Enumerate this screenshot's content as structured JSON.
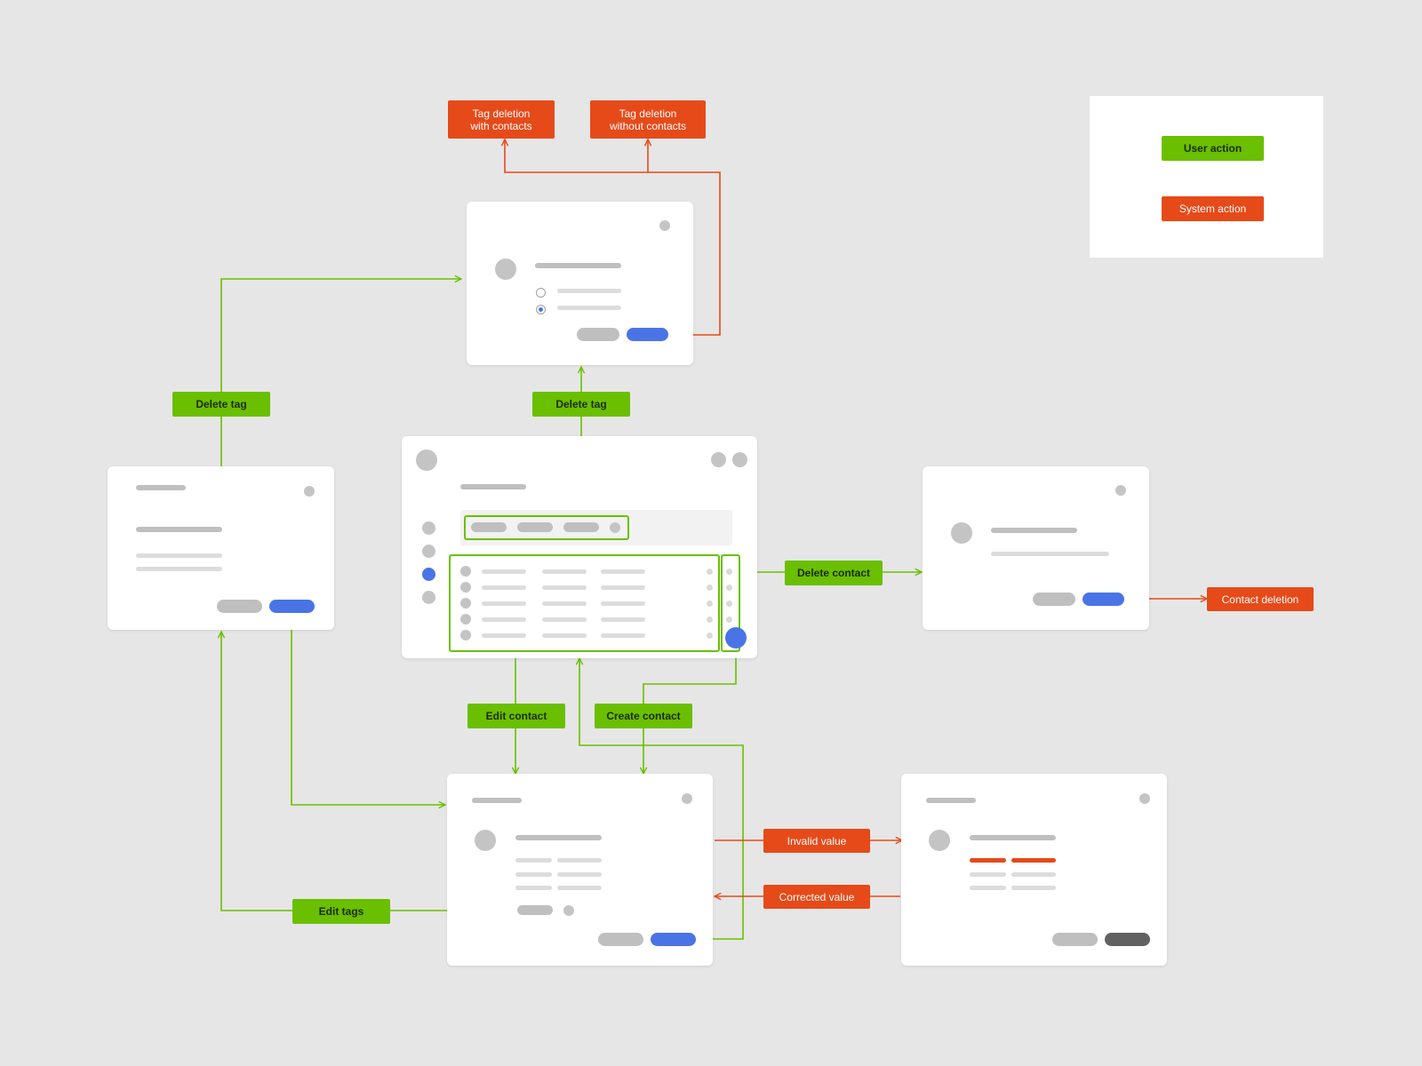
{
  "colors": {
    "user_action": "#6abf00",
    "system_action": "#e64a19",
    "background": "#e6e6e6",
    "primary_button": "#4a74e6"
  },
  "legend": {
    "user_action_label": "User action",
    "system_action_label": "System action"
  },
  "user_actions": {
    "delete_tag_left": "Delete tag",
    "delete_tag_center": "Delete tag",
    "delete_contact": "Delete contact",
    "edit_contact": "Edit contact",
    "create_contact": "Create contact",
    "edit_tags": "Edit tags"
  },
  "system_actions": {
    "tag_deletion_with_contacts": "Tag deletion\nwith contacts",
    "tag_deletion_without_contacts": "Tag deletion\nwithout contacts",
    "contact_deletion": "Contact deletion",
    "invalid_value": "Invalid value",
    "corrected_value": "Corrected value"
  }
}
